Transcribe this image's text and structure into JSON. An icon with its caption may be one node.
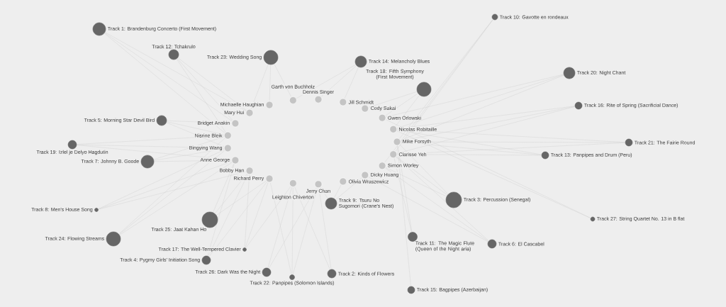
{
  "diagram": {
    "nodes": [
      {
        "text": [
          "Track 1: Brandenburg Concerto (First Movement)"
        ]
      },
      {
        "text": [
          "Track 10: Gavotte en rondeaux"
        ]
      },
      {
        "text": [
          "Track 12: Tchakrulo"
        ]
      },
      {
        "text": [
          "Track 23: Wedding Song"
        ]
      },
      {
        "text": [
          "Track 14: Melancholy Blues"
        ]
      },
      {
        "text": [
          "Track 20: Night Chant"
        ]
      },
      {
        "text": [
          "Track 18: Fifth Symphony (First Movement)"
        ]
      },
      {
        "text": [
          "Track 16: Rite of Spring (Sacrificial Dance)"
        ]
      },
      {
        "text": [
          "Track 5: Morning Star Devil Bird"
        ]
      },
      {
        "text": [
          "Track 21: The Fairie Round"
        ]
      },
      {
        "text": [
          "Track 19: Izlel je Delyo Hagdutin"
        ]
      },
      {
        "text": [
          "Track 13: Panpipes and Drum (Peru)"
        ]
      },
      {
        "text": [
          "Track 7: Johnny B. Goode"
        ]
      },
      {
        "text": [
          "Track 8: Men's House Song"
        ]
      },
      {
        "text": [
          "Track 25: Jaat Kahan Ho"
        ]
      },
      {
        "text": [
          "Track 24: Flowing Streams"
        ]
      },
      {
        "text": [
          "Track 9: Tsuru No Sugomori (Crane's Nest)"
        ]
      },
      {
        "text": [
          "Track 3: Percussion (Senegal)"
        ]
      },
      {
        "text": [
          "Track 27: String Quartet No. 13 in B flat"
        ]
      },
      {
        "text": [
          "Track 11: The Magic Flute (Queen of the Night aria)"
        ]
      },
      {
        "text": [
          "Track 6: El Cascabel"
        ]
      },
      {
        "text": [
          "Track 17: The Well-Tempered Clavier"
        ]
      },
      {
        "text": [
          "Track 4: Pygmy Girls' Initiation Song"
        ]
      },
      {
        "text": [
          "Track 26: Dark Was the Night"
        ]
      },
      {
        "text": [
          "Track 22: Panpipes (Solomon Islands)"
        ]
      },
      {
        "text": [
          "Track 2: Kinds of Flowers"
        ]
      },
      {
        "text": [
          "Track 15: Bagpipes (Azerbaijan)"
        ]
      },
      {
        "text": [
          "Mike Forsyth"
        ]
      },
      {
        "text": [
          "Clarisse Yeh"
        ]
      },
      {
        "text": [
          "Simon Worley"
        ]
      },
      {
        "text": [
          "Dicky Huang"
        ]
      },
      {
        "text": [
          "Olivia Wraszewicz"
        ]
      },
      {
        "text": [
          "Jerry Chan"
        ]
      },
      {
        "text": [
          "Leighton Chiverton"
        ]
      },
      {
        "text": [
          "Richard Perry"
        ]
      },
      {
        "text": [
          "Bobby Han"
        ]
      },
      {
        "text": [
          "Anne George"
        ]
      },
      {
        "text": [
          "Bingying Wang"
        ]
      },
      {
        "text": [
          "Nisrine Bleik"
        ]
      },
      {
        "text": [
          "Bridget Anakin"
        ]
      },
      {
        "text": [
          "Mary Hui"
        ]
      },
      {
        "text": [
          "Michaelle Haughian"
        ]
      },
      {
        "text": [
          "Garth von Buchholz"
        ]
      },
      {
        "text": [
          "Dennis Singer"
        ]
      },
      {
        "text": [
          "Jill Schmidt"
        ]
      },
      {
        "text": [
          "Cody Sakai"
        ]
      },
      {
        "text": [
          "Gwen Orlowski"
        ]
      },
      {
        "text": [
          "Nicolas Robitaille"
        ]
      }
    ],
    "edges": [
      {
        "from": 38,
        "to": 0,
        "arrow": "none"
      },
      {
        "from": 39,
        "to": 0,
        "arrow": "none"
      },
      {
        "from": 40,
        "to": 0,
        "arrow": "none"
      },
      {
        "from": 29,
        "to": 1,
        "arrow": "none"
      },
      {
        "from": 27,
        "to": 1,
        "arrow": "none"
      },
      {
        "from": 28,
        "to": 1,
        "arrow": "none"
      },
      {
        "from": 38,
        "to": 2,
        "arrow": "none"
      },
      {
        "from": 39,
        "to": 2,
        "arrow": "none"
      },
      {
        "from": 40,
        "to": 2,
        "arrow": "none"
      },
      {
        "from": 40,
        "to": 3,
        "arrow": "none"
      },
      {
        "from": 41,
        "to": 3,
        "arrow": "none"
      },
      {
        "from": 42,
        "to": 3,
        "arrow": "none"
      },
      {
        "from": 42,
        "to": 4,
        "arrow": "none"
      },
      {
        "from": 43,
        "to": 4,
        "arrow": "none"
      },
      {
        "from": 44,
        "to": 4,
        "arrow": "none"
      },
      {
        "from": 46,
        "to": 5,
        "arrow": "none"
      },
      {
        "from": 47,
        "to": 5,
        "arrow": "none"
      },
      {
        "from": 27,
        "to": 5,
        "arrow": "none"
      },
      {
        "from": 45,
        "to": 6,
        "arrow": "none"
      },
      {
        "from": 46,
        "to": 6,
        "arrow": "none"
      },
      {
        "from": 47,
        "to": 6,
        "arrow": "none"
      },
      {
        "from": 47,
        "to": 7,
        "arrow": "none"
      },
      {
        "from": 27,
        "to": 7,
        "arrow": "none"
      },
      {
        "from": 28,
        "to": 7,
        "arrow": "none"
      },
      {
        "from": 37,
        "to": 8,
        "arrow": "none"
      },
      {
        "from": 38,
        "to": 8,
        "arrow": "none"
      },
      {
        "from": 39,
        "to": 8,
        "arrow": "none"
      },
      {
        "from": 47,
        "to": 9,
        "arrow": "none"
      },
      {
        "from": 27,
        "to": 9,
        "arrow": "none"
      },
      {
        "from": 28,
        "to": 9,
        "arrow": "none"
      },
      {
        "from": 36,
        "to": 10,
        "arrow": "none"
      },
      {
        "from": 37,
        "to": 10,
        "arrow": "none"
      },
      {
        "from": 38,
        "to": 10,
        "arrow": "none"
      },
      {
        "from": 47,
        "to": 11,
        "arrow": "none"
      },
      {
        "from": 27,
        "to": 11,
        "arrow": "none"
      },
      {
        "from": 28,
        "to": 11,
        "arrow": "none"
      },
      {
        "from": 36,
        "to": 12,
        "arrow": "none"
      },
      {
        "from": 37,
        "to": 12,
        "arrow": "none"
      },
      {
        "from": 38,
        "to": 12,
        "arrow": "none"
      },
      {
        "from": 35,
        "to": 13,
        "arrow": "none"
      },
      {
        "from": 36,
        "to": 13,
        "arrow": "none"
      },
      {
        "from": 37,
        "to": 13,
        "arrow": "none"
      },
      {
        "from": 34,
        "to": 14,
        "arrow": "none"
      },
      {
        "from": 35,
        "to": 14,
        "arrow": "none"
      },
      {
        "from": 36,
        "to": 14,
        "arrow": "none"
      },
      {
        "from": 36,
        "to": 15,
        "arrow": "none"
      },
      {
        "from": 37,
        "to": 15,
        "arrow": "none"
      },
      {
        "from": 38,
        "to": 15,
        "arrow": "none"
      },
      {
        "from": 30,
        "to": 16,
        "arrow": "none"
      },
      {
        "from": 31,
        "to": 16,
        "arrow": "none"
      },
      {
        "from": 32,
        "to": 16,
        "arrow": "none"
      },
      {
        "from": 27,
        "to": 17,
        "arrow": "none"
      },
      {
        "from": 28,
        "to": 17,
        "arrow": "none"
      },
      {
        "from": 29,
        "to": 17,
        "arrow": "none"
      },
      {
        "from": 46,
        "to": 18,
        "arrow": "none"
      },
      {
        "from": 47,
        "to": 18,
        "arrow": "none"
      },
      {
        "from": 27,
        "to": 19,
        "arrow": "none"
      },
      {
        "from": 28,
        "to": 19,
        "arrow": "none"
      },
      {
        "from": 28,
        "to": 20,
        "arrow": "none"
      },
      {
        "from": 29,
        "to": 20,
        "arrow": "none"
      },
      {
        "from": 30,
        "to": 20,
        "arrow": "none"
      },
      {
        "from": 33,
        "to": 21,
        "arrow": "none"
      },
      {
        "from": 34,
        "to": 21,
        "arrow": "none"
      },
      {
        "from": 35,
        "to": 21,
        "arrow": "none"
      },
      {
        "from": 34,
        "to": 22,
        "arrow": "none"
      },
      {
        "from": 35,
        "to": 22,
        "arrow": "none"
      },
      {
        "from": 36,
        "to": 22,
        "arrow": "none"
      },
      {
        "from": 32,
        "to": 23,
        "arrow": "none"
      },
      {
        "from": 33,
        "to": 23,
        "arrow": "none"
      },
      {
        "from": 32,
        "to": 24,
        "arrow": "none"
      },
      {
        "from": 33,
        "to": 24,
        "arrow": "none"
      },
      {
        "from": 34,
        "to": 24,
        "arrow": "none"
      },
      {
        "from": 32,
        "to": 25,
        "arrow": "none"
      },
      {
        "from": 33,
        "to": 25,
        "arrow": "none"
      },
      {
        "from": 27,
        "to": 26,
        "arrow": "none"
      }
    ]
  }
}
